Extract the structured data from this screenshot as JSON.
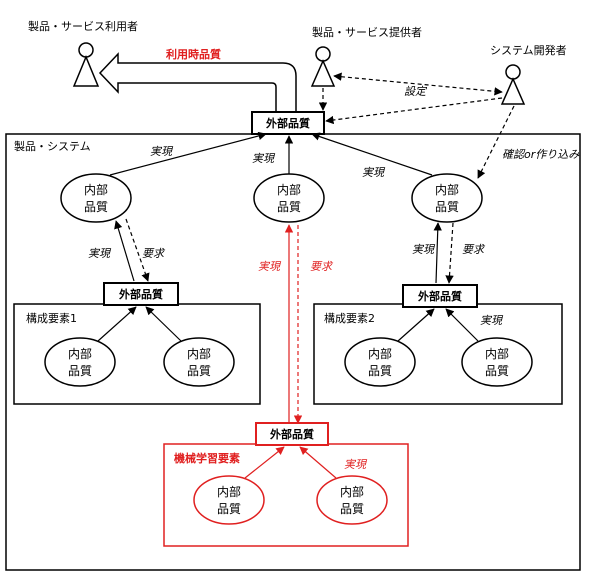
{
  "actors": {
    "user": "製品・サービス利用者",
    "provider": "製品・サービス提供者",
    "developer": "システム開発者"
  },
  "labels": {
    "usage_quality": "利用時品質",
    "setting": "設定",
    "confirm_or_build": "確認or作り込み",
    "system_container": "製品・システム",
    "realize": "実現",
    "require": "要求",
    "component1": "構成要素1",
    "component2": "構成要素2",
    "ml_component": "機械学習要素"
  },
  "boxes": {
    "external_quality": "外部品質"
  },
  "ellipses": {
    "line1": "内部",
    "line2": "品質"
  },
  "colors": {
    "red": "#e02020",
    "black": "#000000"
  }
}
